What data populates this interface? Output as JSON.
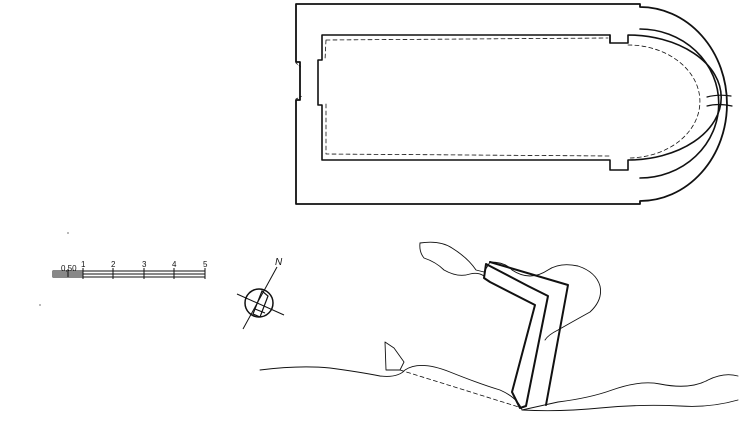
{
  "scale_bar": {
    "labels": [
      "0,50",
      "1",
      "2",
      "3",
      "4",
      "5"
    ]
  },
  "north_arrow": {
    "label": "N"
  },
  "colors": {
    "ink": "#111111",
    "paper": "#ffffff"
  }
}
